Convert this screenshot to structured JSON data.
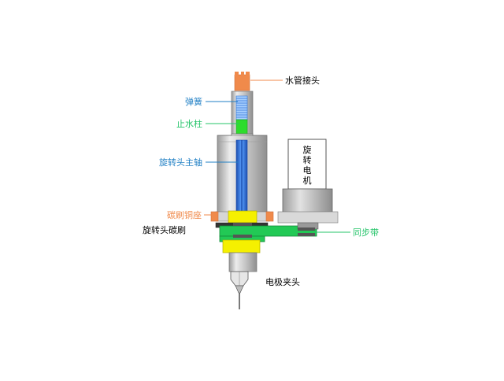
{
  "labels": {
    "water_connector": "水管接头",
    "spring": "弹簧",
    "water_stop_column": "止水柱",
    "spindle": "旋转头主轴",
    "carbon_brush_seat": "碳刷铜座",
    "carbon_brush": "旋转头碳刷",
    "sync_belt": "同步带",
    "electrode_chuck": "电极夹头",
    "motor_chars": [
      "旋",
      "转",
      "电",
      "机"
    ]
  },
  "colors": {
    "orange": "#f08a4b",
    "blue_label": "#1f7fc4",
    "green_label": "#25c46a",
    "green_part": "#2ddc2d",
    "belt_green": "#22c955",
    "yellow": "#f5f000",
    "body_gray": "#b8b8b8",
    "shaft_blue": "#2b6fd6"
  }
}
